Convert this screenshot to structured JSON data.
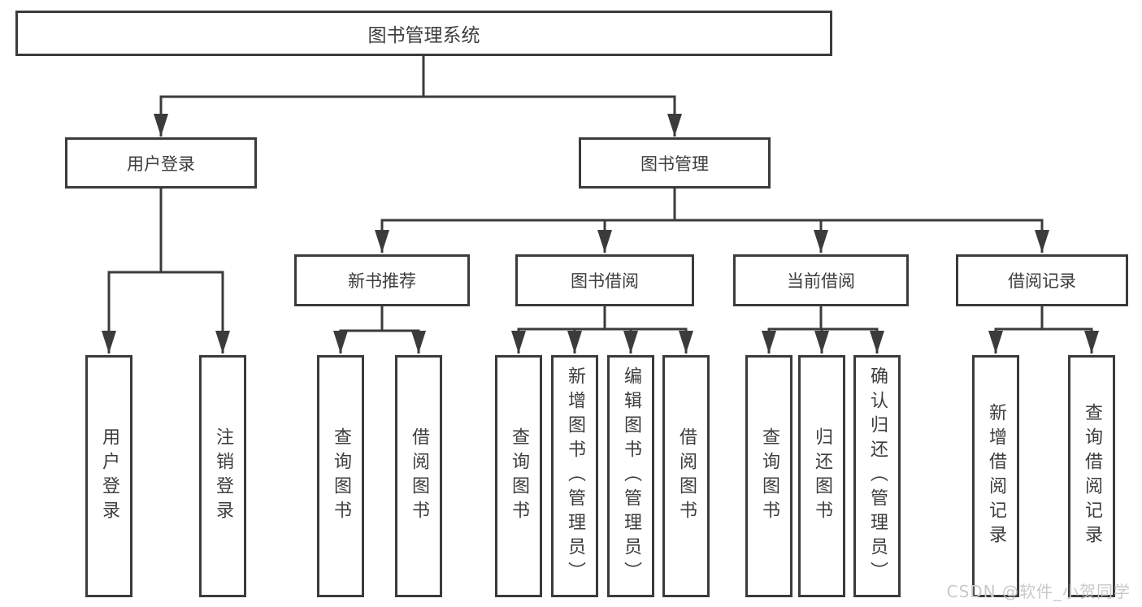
{
  "tree": {
    "root": {
      "label": "图书管理系统",
      "children": [
        {
          "label": "用户登录",
          "children": [
            {
              "label": "用户登录"
            },
            {
              "label": "注销登录"
            }
          ]
        },
        {
          "label": "图书管理",
          "children": [
            {
              "label": "新书推荐",
              "children": [
                {
                  "label": "查询图书"
                },
                {
                  "label": "借阅图书"
                }
              ]
            },
            {
              "label": "图书借阅",
              "children": [
                {
                  "label": "查询图书"
                },
                {
                  "label": "新增图书（管理员）"
                },
                {
                  "label": "编辑图书（管理员）"
                },
                {
                  "label": "借阅图书"
                }
              ]
            },
            {
              "label": "当前借阅",
              "children": [
                {
                  "label": "查询图书"
                },
                {
                  "label": "归还图书"
                },
                {
                  "label": "确认归还（管理员）"
                }
              ]
            },
            {
              "label": "借阅记录",
              "children": [
                {
                  "label": "新增借阅记录"
                },
                {
                  "label": "查询借阅记录"
                }
              ]
            }
          ]
        }
      ]
    }
  },
  "watermark": "CSDN @软件_小贺同学",
  "colors": {
    "line": "#3b3b3b",
    "text": "#3d3d3d",
    "background": "#ffffff",
    "watermark": "#c9c9c9"
  }
}
